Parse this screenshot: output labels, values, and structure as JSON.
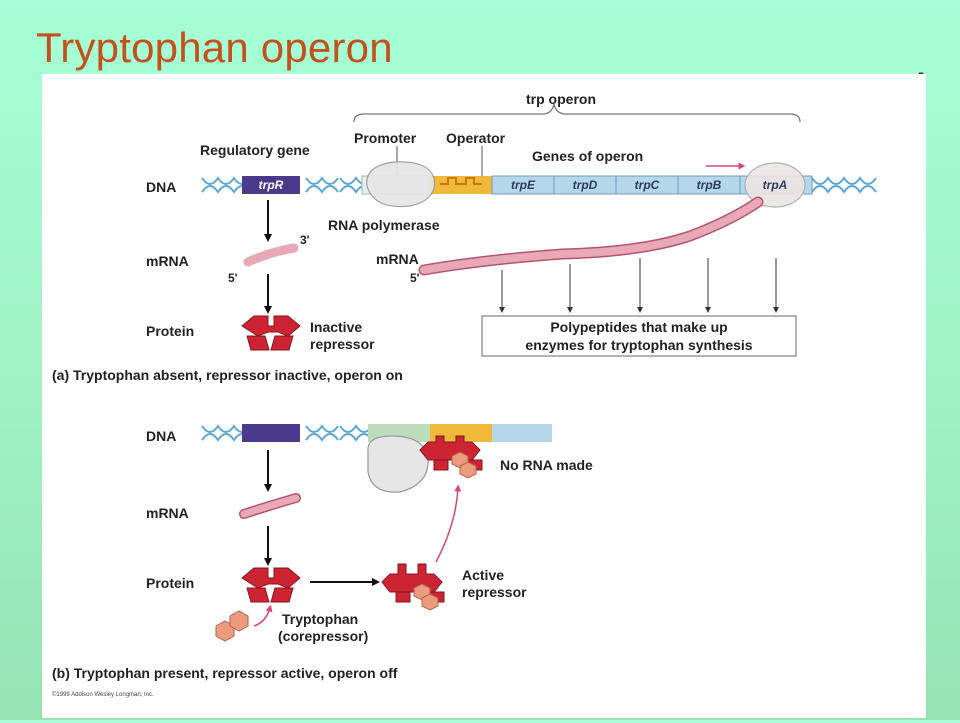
{
  "slide": {
    "title": "Tryptophan operon",
    "corner_mark": "-"
  },
  "diagram": {
    "trp_operon": "trp operon",
    "promoter": "Promoter",
    "operator": "Operator",
    "regulatory_gene": "Regulatory gene",
    "genes_of_operon": "Genes of operon",
    "dna": "DNA",
    "mrna": "mRNA",
    "protein": "Protein",
    "rna_polymerase": "RNA polymerase",
    "genes": [
      "trpR",
      "trpE",
      "trpD",
      "trpC",
      "trpB",
      "trpA"
    ],
    "three_prime": "3'",
    "five_prime": "5'",
    "inactive_repressor": [
      "Inactive",
      "repressor"
    ],
    "polypeptides": [
      "Polypeptides that make up",
      "enzymes for tryptophan synthesis"
    ],
    "caption_a": "(a) Tryptophan absent, repressor inactive, operon on",
    "no_rna": "No RNA made",
    "active_repressor": [
      "Active",
      "repressor"
    ],
    "tryptophan": [
      "Tryptophan",
      "(corepressor)"
    ],
    "caption_b": "(b) Tryptophan present, repressor active, operon off",
    "copyright": "©1999 Addison Wesley Longman, Inc."
  },
  "colors": {
    "title": "#c4501e",
    "trpR": "#4a3a8c",
    "genes": "#b6d6ea",
    "operator": "#f0b93a",
    "repressor": "#cc2433",
    "mrna": "#e9a8b6",
    "tryptophan": "#eb9c7e",
    "promoter_off": "#bcdcbc"
  }
}
